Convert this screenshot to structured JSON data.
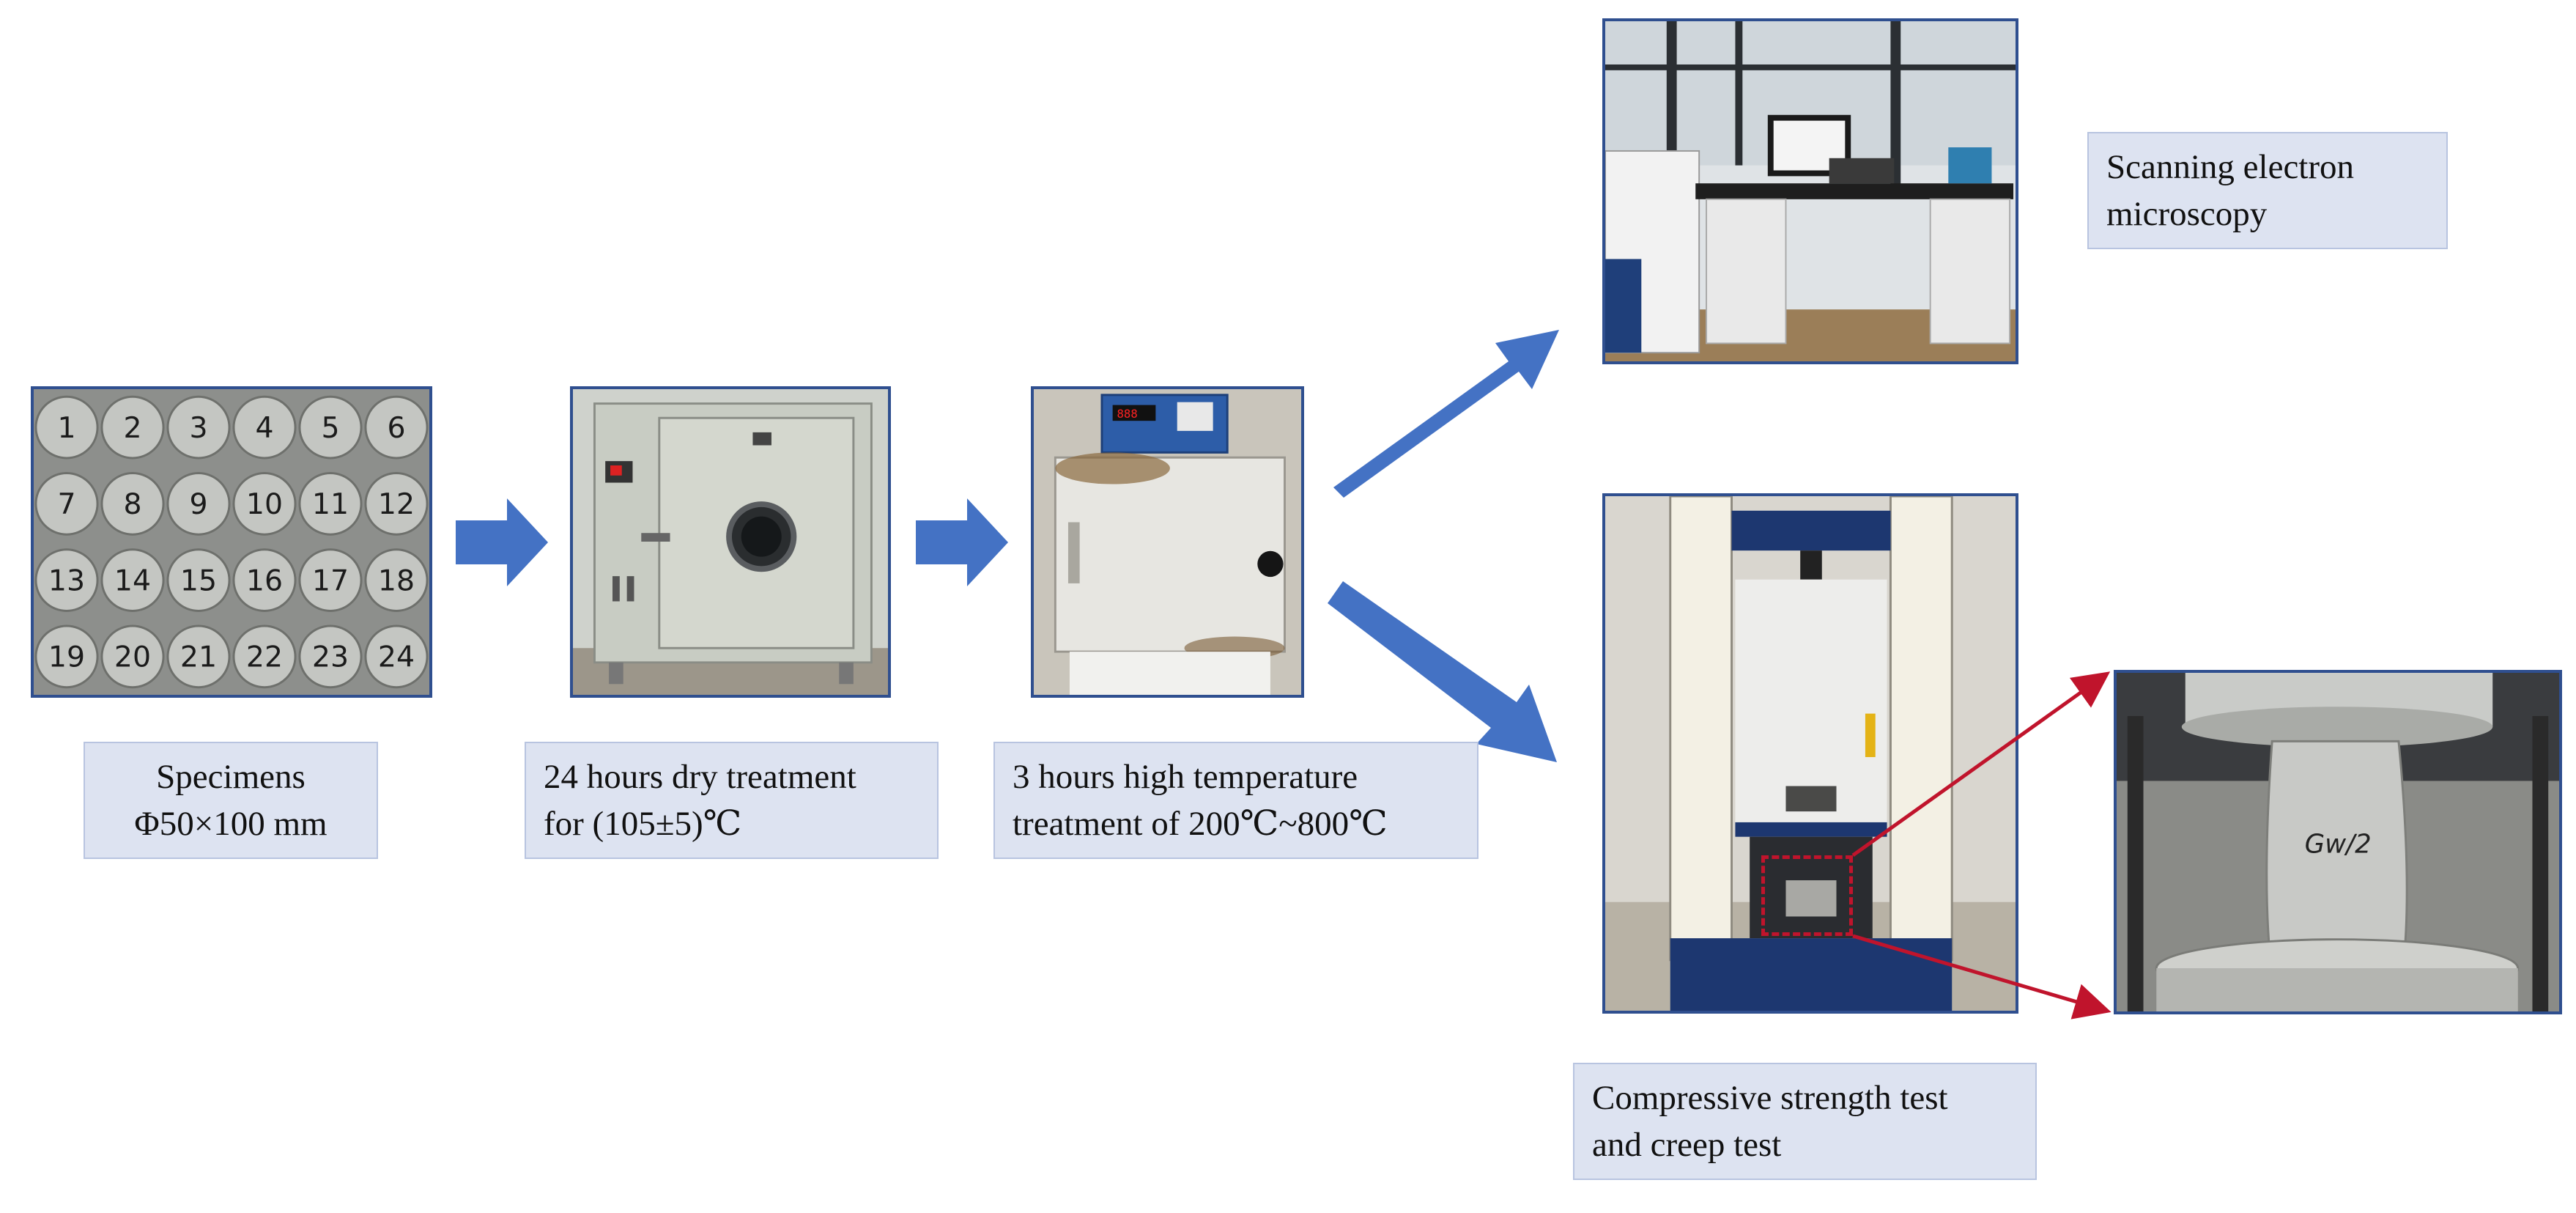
{
  "steps": {
    "specimens": {
      "line1": "Specimens",
      "line2": "Φ50×100 mm"
    },
    "dry": {
      "line1": "24 hours dry treatment",
      "line2": "for (105±5)℃"
    },
    "heat": {
      "line1": "3 hours high temperature",
      "line2": "treatment of 200℃~800℃"
    },
    "sem": {
      "line1": "Scanning electron",
      "line2": "microscopy"
    },
    "compress": {
      "line1": "Compressive strength test",
      "line2": "and creep test"
    }
  },
  "specimen_numbers": [
    "1",
    "2",
    "3",
    "4",
    "5",
    "6",
    "7",
    "8",
    "9",
    "10",
    "11",
    "12",
    "13",
    "14",
    "15",
    "16",
    "17",
    "18",
    "19",
    "20",
    "21",
    "22",
    "23",
    "24"
  ],
  "sample_mark": "Gw/2",
  "colors": {
    "arrow": "#4472c4",
    "frame": "#2f4f8f",
    "label_bg": "#dde3f1",
    "callout": "#c0142c"
  }
}
